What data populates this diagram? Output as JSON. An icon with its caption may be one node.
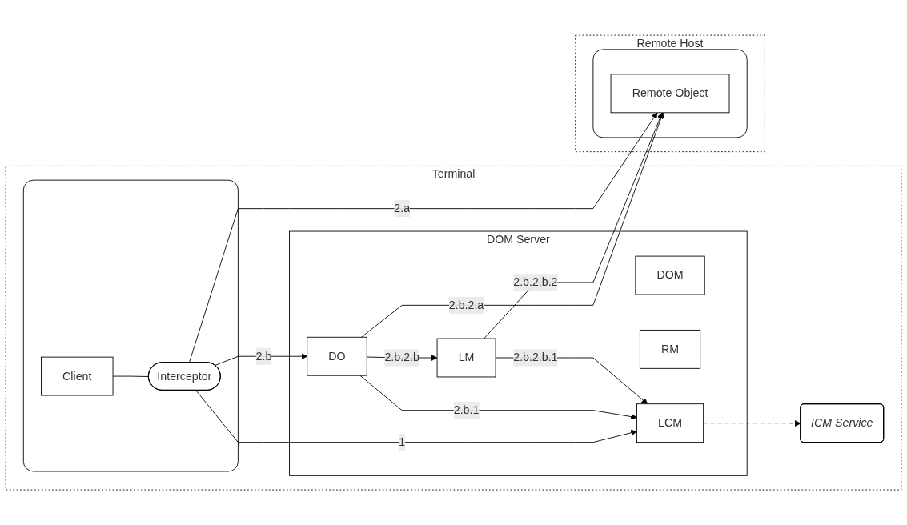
{
  "diagram": {
    "nodes": [
      {
        "text": [
          "Terminal"
        ]
      },
      {
        "text": [],
        "shape": "box",
        "in": 0
      },
      {
        "text": [
          "Client"
        ],
        "in": 1
      },
      {
        "text": [
          "Interceptor"
        ],
        "in": 1
      },
      {
        "text": [
          "DOM Server"
        ],
        "in": 0
      },
      {
        "text": [
          "DO"
        ],
        "in": 4
      },
      {
        "text": [
          "DOM"
        ],
        "in": 4
      },
      {
        "text": [
          "LM"
        ],
        "in": 4
      },
      {
        "text": [
          "RM"
        ],
        "in": 4
      },
      {
        "text": [
          "LCM"
        ],
        "in": 4
      },
      {
        "text": [
          "ICM Service"
        ],
        "in": 0
      },
      {
        "text": [
          "Remote Host"
        ]
      },
      {
        "text": [],
        "shape": "box",
        "in": 11
      },
      {
        "text": [
          "Remote Object"
        ],
        "in": 12
      }
    ],
    "edges": [
      {
        "from": 2,
        "to": 3,
        "arrow": "none"
      },
      {
        "from": 3,
        "to": 13,
        "arrow": "to",
        "label": "2.a"
      },
      {
        "from": 3,
        "to": 5,
        "arrow": "to",
        "label": "2.b"
      },
      {
        "from": 3,
        "to": 9,
        "arrow": "to",
        "label": "1"
      },
      {
        "from": 5,
        "to": 13,
        "arrow": "to",
        "label": "2.b.2.a"
      },
      {
        "from": 5,
        "to": 9,
        "arrow": "to",
        "label": "2.b.1"
      },
      {
        "from": 5,
        "to": 7,
        "arrow": "to",
        "label": "2.b.2.b"
      },
      {
        "from": 7,
        "to": 9,
        "arrow": "to",
        "label": "2.b.2.b.1"
      },
      {
        "from": 7,
        "to": 13,
        "arrow": "to",
        "label": "2.b.2.b.2"
      },
      {
        "from": 9,
        "to": 10,
        "arrow": "to",
        "style": "dashed"
      }
    ]
  }
}
